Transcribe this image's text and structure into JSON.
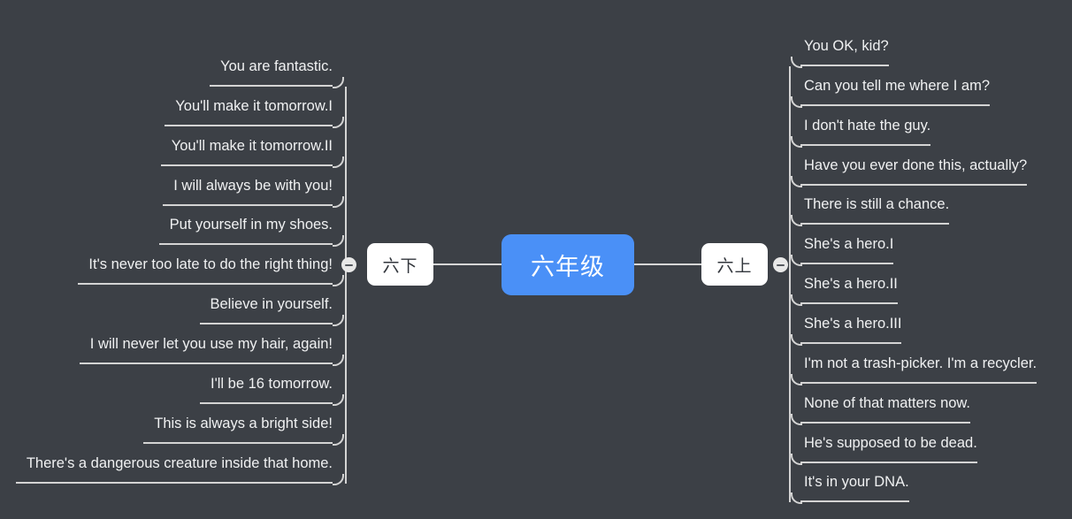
{
  "theme": {
    "background": "#3c4046",
    "center_node_color": "#4a90f7",
    "branch_node_color": "#ffffff",
    "line_color": "#d4d4d4",
    "text_color": "#f0f1f2"
  },
  "mindmap": {
    "root": {
      "label": "六年级"
    },
    "branches": [
      {
        "id": "left",
        "label": "六下",
        "side": "left",
        "collapse_handle": "minus-circle",
        "items": [
          "You are fantastic.",
          "You'll make it tomorrow.I",
          "You'll make it tomorrow.II",
          "I will always be with you!",
          "Put yourself in my shoes.",
          "It's never too late to do the right thing!",
          "Believe in yourself.",
          "I will never let you use my hair, again!",
          "I'll be 16 tomorrow.",
          "This is always a bright side!",
          "There's a dangerous creature inside that home."
        ]
      },
      {
        "id": "right",
        "label": "六上",
        "side": "right",
        "collapse_handle": "minus-circle",
        "items": [
          "You OK, kid?",
          "Can you tell me where I am?",
          "I don't hate the guy.",
          "Have you ever done this, actually?",
          "There is still a chance.",
          "She's a hero.I",
          "She's a hero.II",
          "She's a hero.III",
          "I'm not a trash-picker. I'm a recycler.",
          "None of that matters now.",
          "He's supposed to be dead.",
          "It's in your DNA."
        ]
      }
    ]
  }
}
